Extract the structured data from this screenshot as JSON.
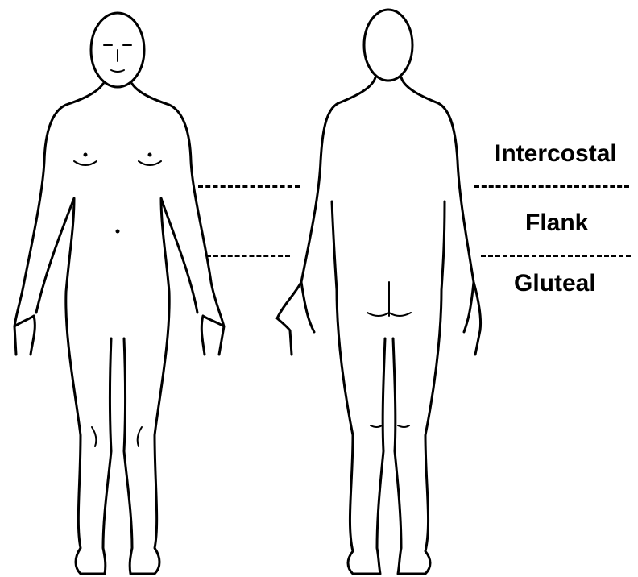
{
  "regions": {
    "intercostal": "Intercostal",
    "flank": "Flank",
    "gluteal": "Gluteal"
  },
  "colors": {
    "line": "#000000",
    "background": "#ffffff"
  }
}
